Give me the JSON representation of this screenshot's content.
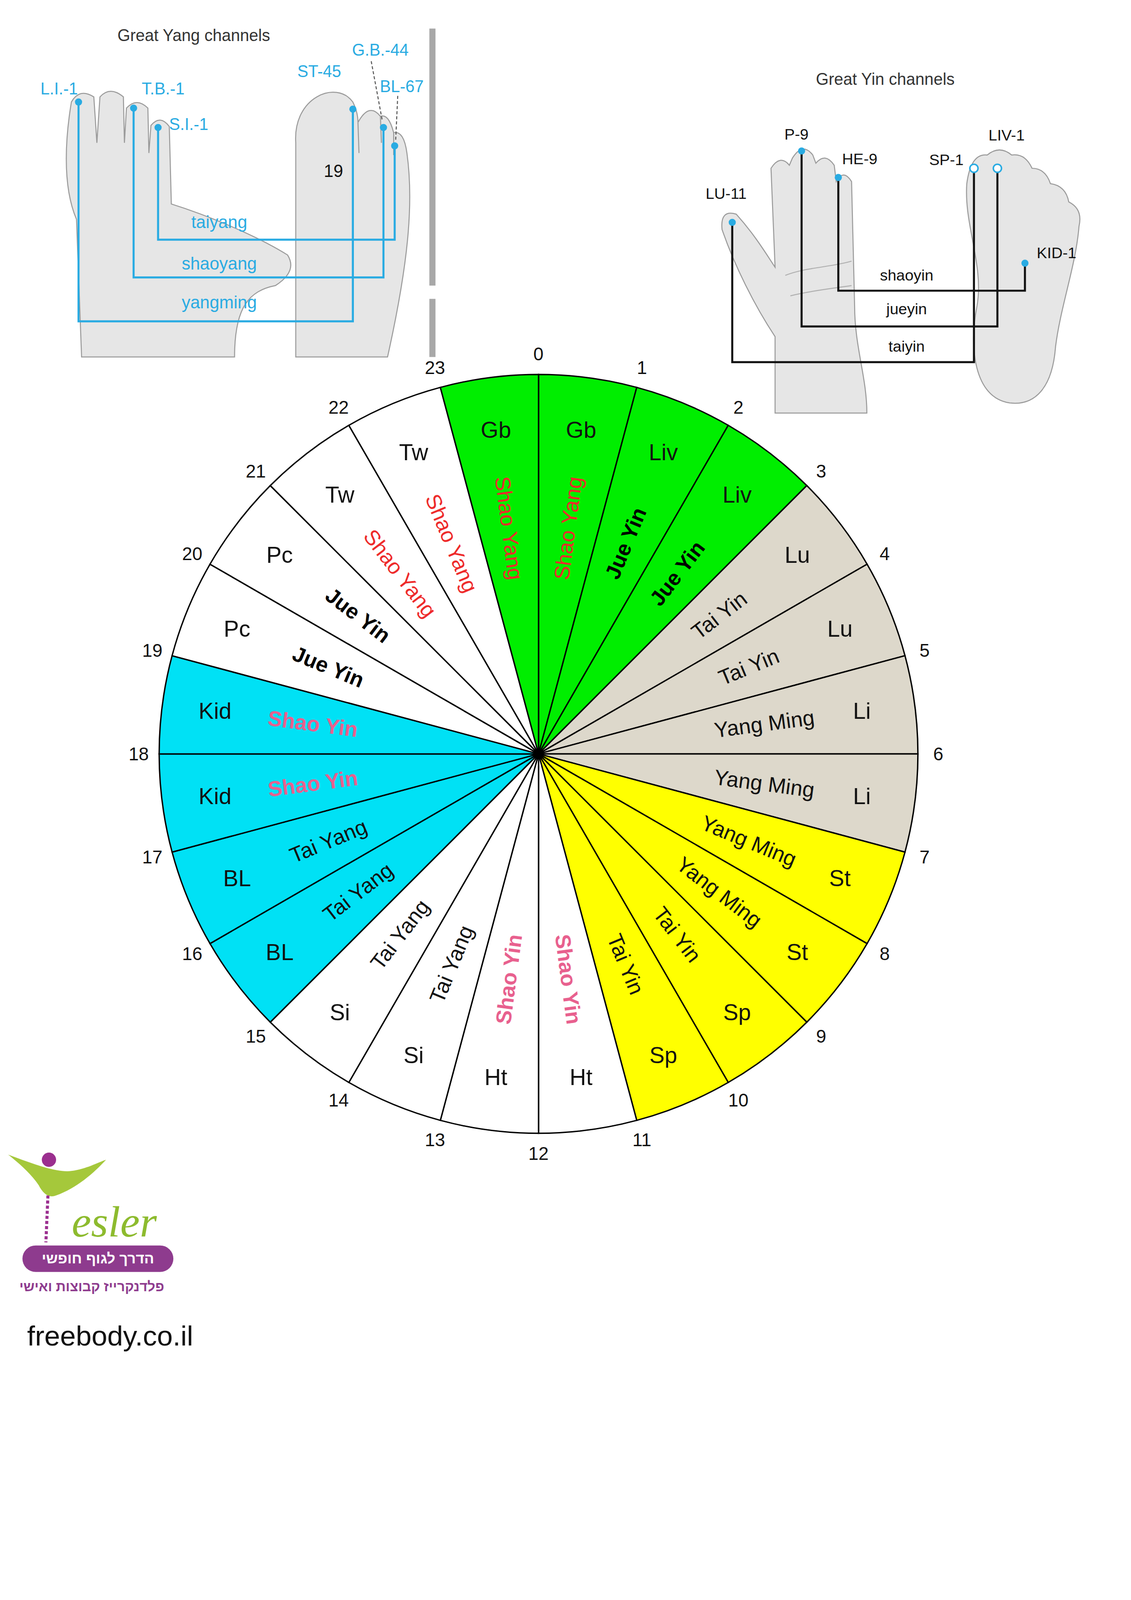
{
  "diagram": {
    "nodes": [
      {
        "text": [
          "Gb",
          "Shao Yang"
        ]
      },
      {
        "text": [
          "Liv",
          "Jue Yin"
        ]
      },
      {
        "text": [
          "Liv",
          "Jue Yin"
        ]
      },
      {
        "text": [
          "Lu",
          "Tai Yin"
        ]
      },
      {
        "text": [
          "Lu",
          "Tai Yin"
        ]
      },
      {
        "text": [
          "Li",
          "Yang Ming"
        ]
      },
      {
        "text": [
          "Li",
          "Yang Ming"
        ]
      },
      {
        "text": [
          "St",
          "Yang Ming"
        ]
      },
      {
        "text": [
          "St",
          "Yang Ming"
        ]
      },
      {
        "text": [
          "Sp",
          "Tai Yin"
        ]
      },
      {
        "text": [
          "Sp",
          "Tai Yin"
        ]
      },
      {
        "text": [
          "Ht",
          "Shao Yin"
        ]
      },
      {
        "text": [
          "Ht",
          "Shao Yin"
        ]
      },
      {
        "text": [
          "Si",
          "Tai Yang"
        ]
      },
      {
        "text": [
          "Si",
          "Tai Yang"
        ]
      },
      {
        "text": [
          "BL",
          "Tai Yang"
        ]
      },
      {
        "text": [
          "BL",
          "Tai Yang"
        ]
      },
      {
        "text": [
          "Kid",
          "Shao Yin"
        ]
      },
      {
        "text": [
          "Kid",
          "Shao Yin"
        ]
      },
      {
        "text": [
          "Pc",
          "Jue Yin"
        ]
      },
      {
        "text": [
          "Pc",
          "Jue Yin"
        ]
      },
      {
        "text": [
          "Tw",
          "Shao Yang"
        ]
      },
      {
        "text": [
          "Tw",
          "Shao Yang"
        ]
      },
      {
        "text": [
          "Gb",
          "Shao Yang"
        ]
      }
    ],
    "labels": [
      "Great Yang channels",
      "L.I.-1",
      "T.B.-1",
      "S.I.-1",
      "ST-45",
      "G.B.-44",
      "BL-67",
      "19",
      "taiyang",
      "shaoyang",
      "yangming",
      "Great Yin channels",
      "P-9",
      "HE-9",
      "LU-11",
      "SP-1",
      "LIV-1",
      "KID-1",
      "shaoyin",
      "jueyin",
      "taiyin",
      "0",
      "1",
      "2",
      "3",
      "4",
      "5",
      "6",
      "7",
      "8",
      "9",
      "10",
      "11",
      "12",
      "13",
      "14",
      "15",
      "16",
      "17",
      "18",
      "19",
      "20",
      "21",
      "22",
      "23",
      "esler",
      "הדרך לגוף חופשי",
      "פלדנקרייז קבוצות ואישי",
      "freebody.co.il"
    ]
  }
}
